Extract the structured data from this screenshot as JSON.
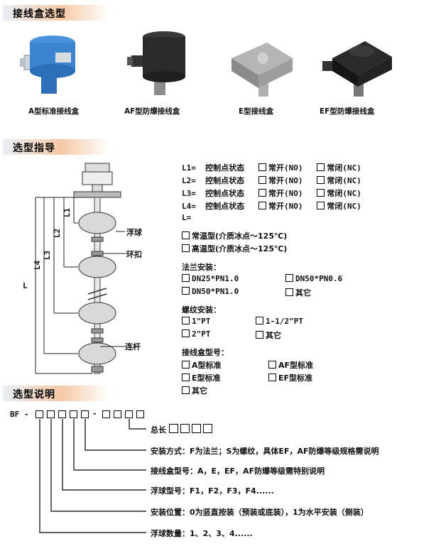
{
  "sections": {
    "junction_box": "接线盒选型",
    "guide": "选型指导",
    "code": "选型说明"
  },
  "products": [
    {
      "label": "A型标准接线盒",
      "color": "#2f78c8"
    },
    {
      "label": "AF型防爆接线盒",
      "color": "#2a2a2a"
    },
    {
      "label": "E型接线盒",
      "color": "#9a9a9a"
    },
    {
      "label": "EF型防爆接线盒",
      "color": "#1f1f1f"
    }
  ],
  "diagram": {
    "labels": {
      "float": "浮球",
      "ring": "环扣",
      "rod": "连杆",
      "L": "L",
      "L1": "L1",
      "L2": "L2",
      "L3": "L3",
      "L4": "L4"
    }
  },
  "contacts": [
    {
      "name": "L1=",
      "state": "控制点状态",
      "no": "常开(NO)",
      "nc": "常闭(NC)"
    },
    {
      "name": "L2=",
      "state": "控制点状态",
      "no": "常开(NO)",
      "nc": "常闭(NC)"
    },
    {
      "name": "L3=",
      "state": "控制点状态",
      "no": "常开(NO)",
      "nc": "常闭(NC)"
    },
    {
      "name": "L4=",
      "state": "控制点状态",
      "no": "常开(NO)",
      "nc": "常闭(NC)"
    }
  ],
  "l_total": "L=",
  "temp_options": [
    "常温型(介质冰点～125℃)",
    "高温型(介质冰点～125℃)"
  ],
  "flange": {
    "title": "法兰安装：",
    "options": [
      "DN25*PN1.0",
      "DN50*PN0.6",
      "DN50*PN1.0",
      "其它"
    ]
  },
  "thread": {
    "title": "螺纹安装：",
    "options": [
      "1\"PT",
      "1-1/2\"PT",
      "2\"PT",
      "其它"
    ]
  },
  "box_model": {
    "title": "接线盒型号：",
    "options": [
      "A型标准",
      "AF型标准",
      "E型标准",
      "EF型标准",
      "其它"
    ]
  },
  "code": {
    "prefix": "BF -",
    "dash": "-",
    "lines": [
      "总长",
      "安装方式：F为法兰；S为螺纹，具体EF，AF防爆等级规格需说明",
      "接线盒型号：A，E，EF，AF防爆等级需特别说明",
      "浮球型号：F1，F2，F3，F4......",
      "安装位置：0为竖直按装（预装或底装），1为水平安装（侧装）",
      "浮球数量：1、2、3、4......"
    ]
  }
}
